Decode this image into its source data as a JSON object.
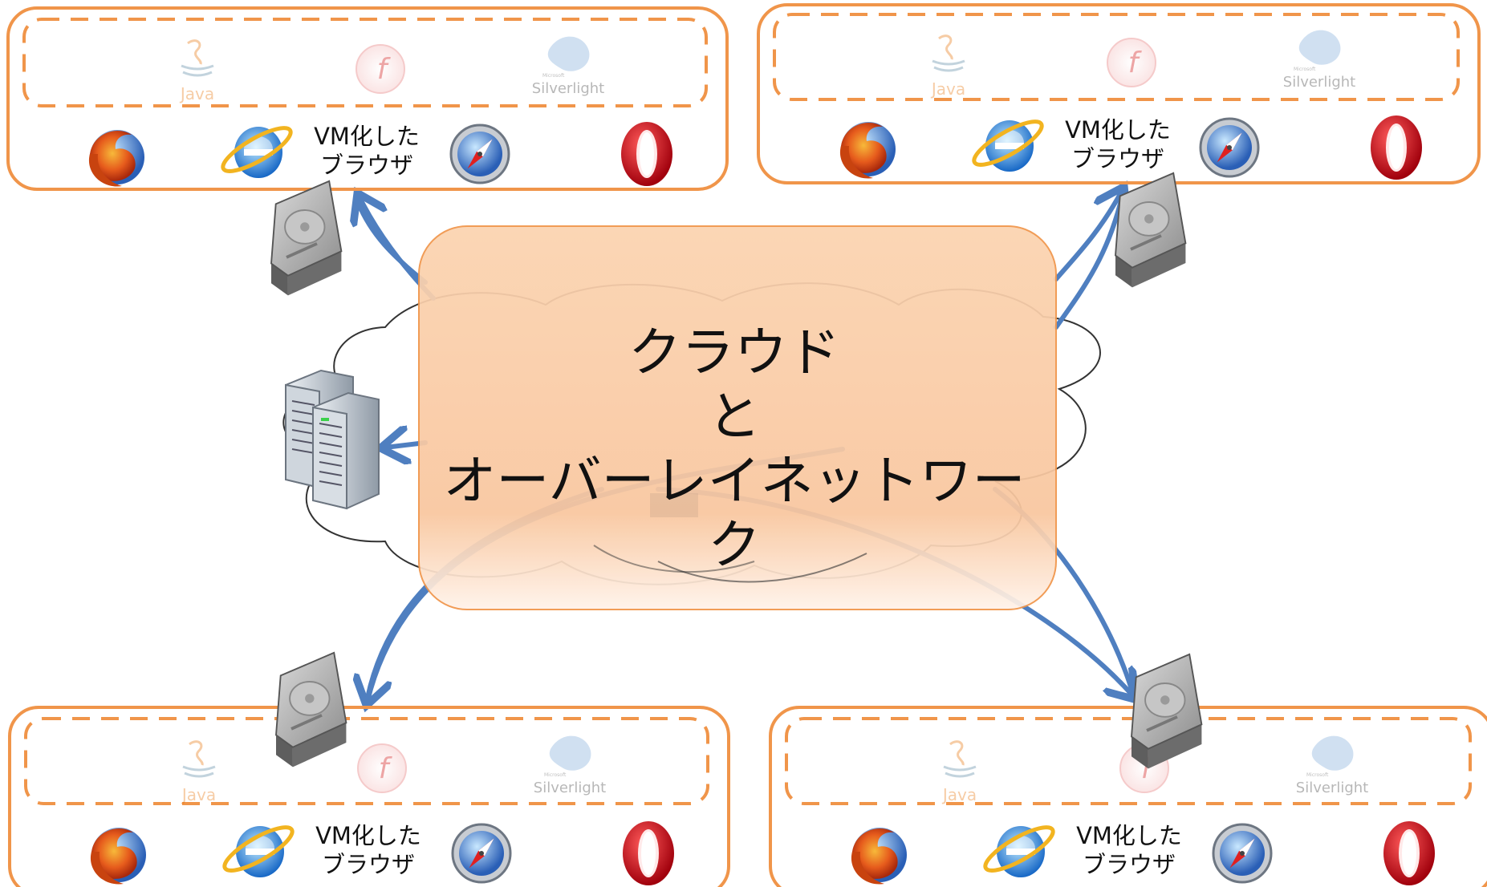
{
  "center": {
    "line1": "クラウド",
    "line2": "と",
    "line3": "オーバーレイネットワーク"
  },
  "groups": [
    {
      "id": "top-left",
      "vm_label_1": "VM化した",
      "vm_label_2": "ブラウザ",
      "plugins": {
        "java": "Java",
        "flash": "f",
        "silverlight": "Silverlight",
        "microsoft": "Microsoft"
      }
    },
    {
      "id": "top-right",
      "vm_label_1": "VM化した",
      "vm_label_2": "ブラウザ",
      "plugins": {
        "java": "Java",
        "flash": "f",
        "silverlight": "Silverlight",
        "microsoft": "Microsoft"
      }
    },
    {
      "id": "bottom-left",
      "vm_label_1": "VM化した",
      "vm_label_2": "ブラウザ",
      "plugins": {
        "java": "Java",
        "flash": "f",
        "silverlight": "Silverlight",
        "microsoft": "Microsoft"
      }
    },
    {
      "id": "bottom-right",
      "vm_label_1": "VM化した",
      "vm_label_2": "ブラウザ",
      "plugins": {
        "java": "Java",
        "flash": "f",
        "silverlight": "Silverlight",
        "microsoft": "Microsoft"
      }
    }
  ],
  "icons": [
    "firefox-icon",
    "ie-icon",
    "safari-icon",
    "opera-icon",
    "java-icon",
    "flash-icon",
    "silverlight-icon",
    "hard-disk-icon",
    "server-icon",
    "cloud-shape"
  ],
  "colors": {
    "frame_orange": "#f0954a",
    "arrow_blue": "#4f7fc0",
    "cloud_fill_top": "#fbd5b4",
    "cloud_fill_bottom": "#fdeee3"
  }
}
